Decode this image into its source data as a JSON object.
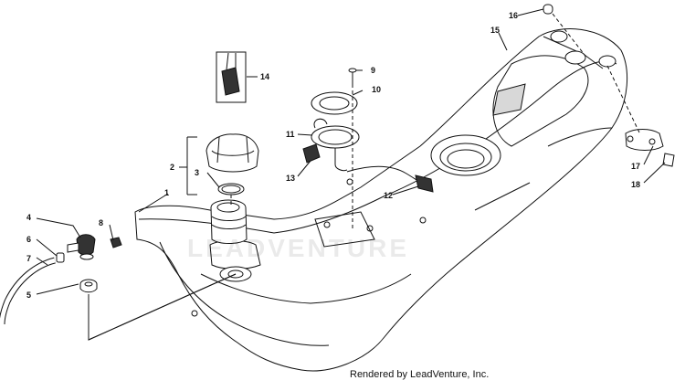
{
  "diagram": {
    "callouts": [
      "1",
      "2",
      "3",
      "4",
      "5",
      "6",
      "7",
      "8",
      "9",
      "10",
      "11",
      "12",
      "13",
      "14",
      "15",
      "16",
      "17",
      "18"
    ],
    "watermark": "LEADVENTURE",
    "credit": "Rendered by LeadVenture, Inc."
  }
}
